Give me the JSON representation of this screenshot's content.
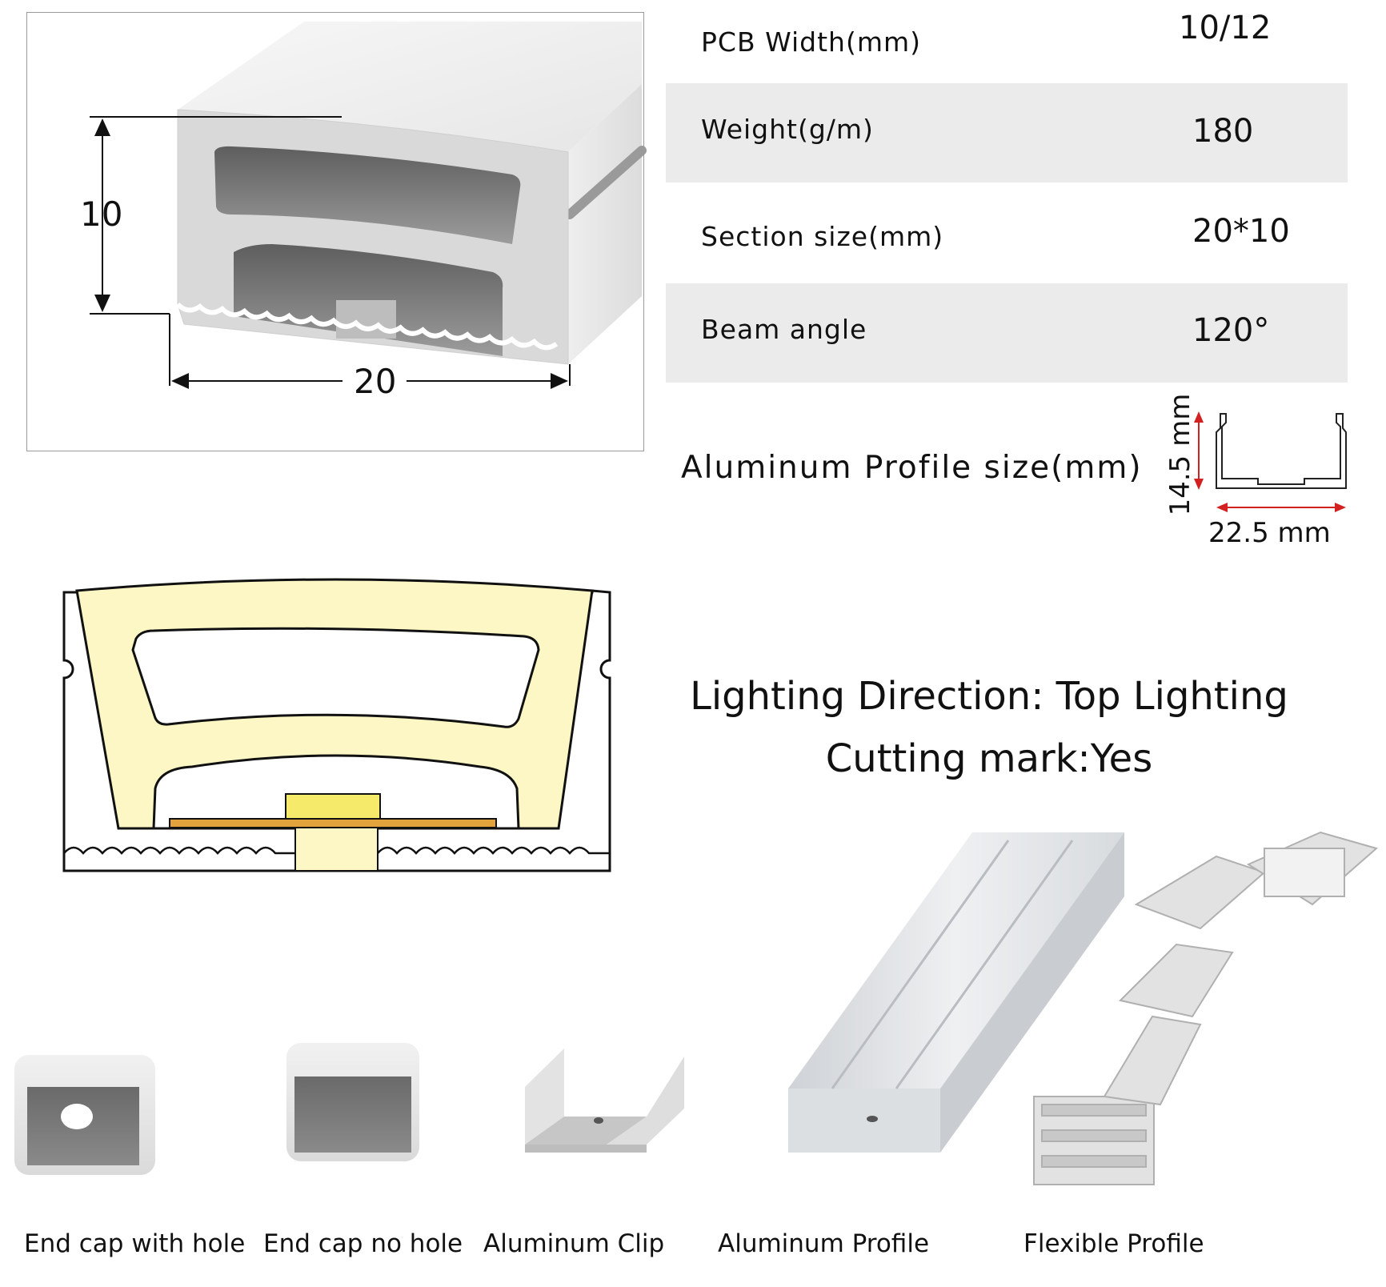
{
  "cross_section": {
    "height_label": "10",
    "width_label": "20"
  },
  "specs": [
    {
      "label": "PCB Width(mm)",
      "value": "10/12",
      "shaded": false
    },
    {
      "label": "Weight(g/m)",
      "value": "180",
      "shaded": true
    },
    {
      "label": "Section size(mm)",
      "value": "20*10",
      "shaded": false
    },
    {
      "label": "Beam angle",
      "value": "120°",
      "shaded": true
    }
  ],
  "aluminum_profile": {
    "label": "Aluminum Profile size(mm)",
    "height_label": "14.5 mm",
    "width_label": "22.5 mm"
  },
  "features": {
    "lighting_direction": "Lighting Direction: Top Lighting",
    "cutting_mark": "Cutting mark:Yes"
  },
  "accessories": [
    {
      "label": "End cap with hole",
      "icon": "end-cap-with-hole"
    },
    {
      "label": "End cap no hole",
      "icon": "end-cap-no-hole"
    },
    {
      "label": "Aluminum Clip",
      "icon": "aluminum-clip"
    },
    {
      "label": "Aluminum Profile",
      "icon": "aluminum-profile"
    },
    {
      "label": "Flexible Profile",
      "icon": "flexible-profile"
    }
  ],
  "colors": {
    "diffuser_yellow": "#fcf7c4",
    "led_yellow": "#f6ea6a",
    "pcb_orange": "#e3a33c",
    "dimension_red": "#d32020",
    "band_gray": "#ebebeb"
  }
}
